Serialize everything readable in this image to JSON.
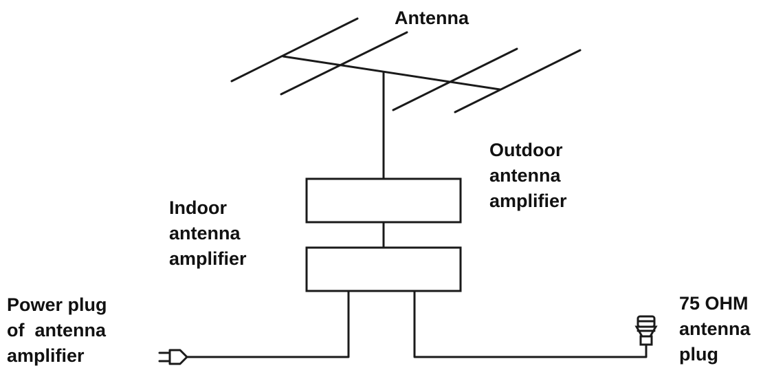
{
  "labels": {
    "antenna": "Antenna",
    "outdoor_amplifier": [
      "Outdoor",
      "antenna",
      "amplifier"
    ],
    "indoor_amplifier": [
      "Indoor",
      "antenna",
      "amplifier"
    ],
    "power_plug": [
      "Power plug",
      "of  antenna",
      "amplifier"
    ],
    "antenna_plug": [
      "75 OHM",
      "antenna",
      "plug"
    ]
  },
  "colors": {
    "line": "#1a1a1a",
    "text": "#111111",
    "background": "#ffffff"
  }
}
